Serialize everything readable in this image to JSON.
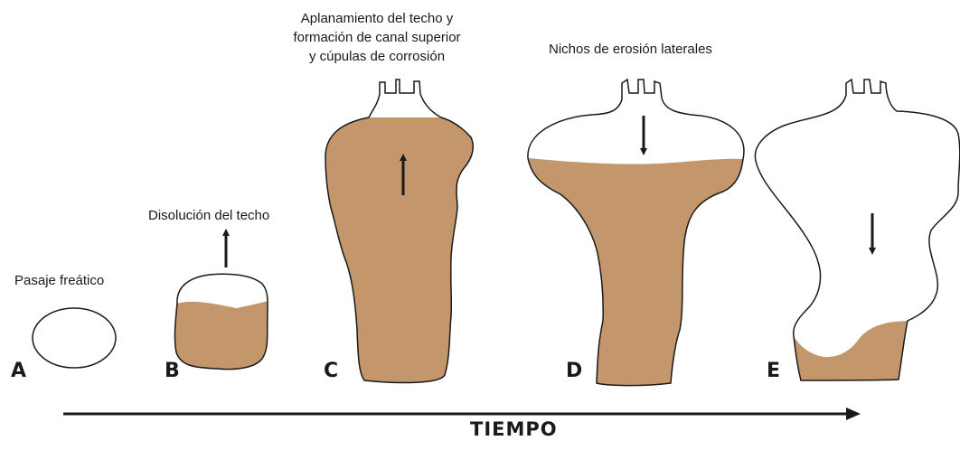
{
  "colors": {
    "fill": "#c4966b",
    "stroke": "#1a1a1a",
    "background": "#ffffff"
  },
  "stages": [
    {
      "letter": "A",
      "label": "Pasaje freático"
    },
    {
      "letter": "B",
      "label": "Disolución del techo"
    },
    {
      "letter": "C",
      "label_lines": [
        "Aplanamiento del techo y",
        "formación de canal superior",
        "y cúpulas de corrosión"
      ]
    },
    {
      "letter": "D",
      "label": "Nichos de erosión laterales"
    },
    {
      "letter": "E"
    }
  ],
  "axis": {
    "label": "TIEMPO"
  }
}
